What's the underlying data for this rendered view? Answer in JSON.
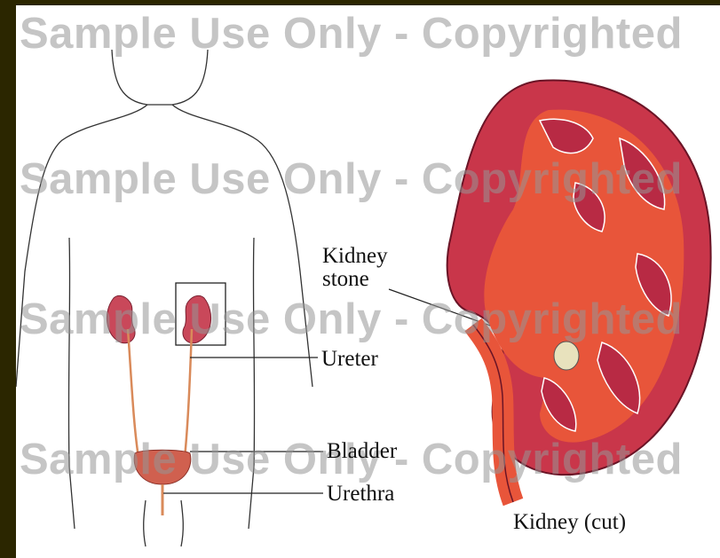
{
  "watermark": {
    "line1": "Sample Use Only - Copyrighted",
    "line2": "Sample Use Only - Copyrighted",
    "line3": "Sample Use Only - Copyrighted",
    "line4": "Sample Use Only - Copyrighted"
  },
  "labels": {
    "kidney_stone": "Kidney\nstone",
    "ureter": "Ureter",
    "bladder": "Bladder",
    "urethra": "Urethra",
    "kidney_cut": "Kidney (cut)"
  },
  "colors": {
    "background_border": "#2b2600",
    "kidney_outer": "#c9364a",
    "kidney_inner": "#e8553a",
    "ureter": "#d98a5a",
    "stone": "#e8e2bd"
  }
}
